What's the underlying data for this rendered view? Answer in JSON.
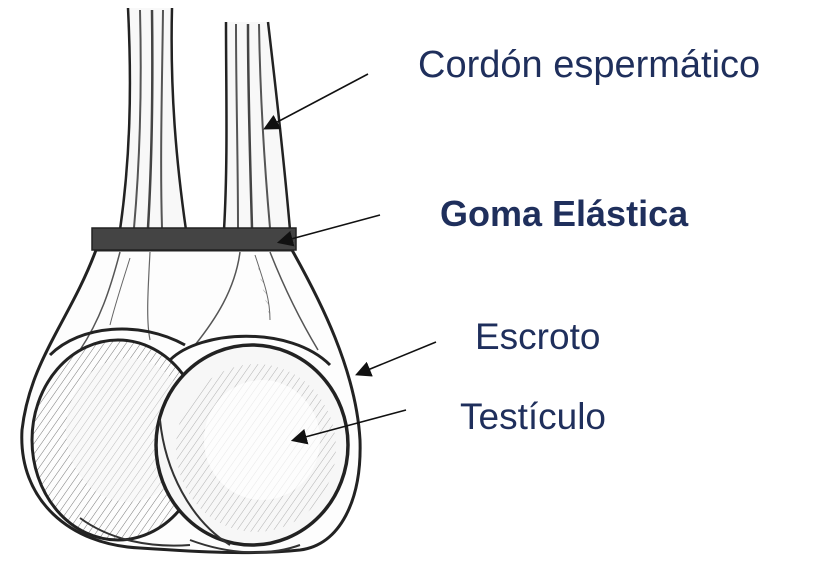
{
  "labels": {
    "spermatic_cord": "Cordón espermático",
    "rubber_band": "Goma Elástica",
    "scrotum": "Escroto",
    "testicle": "Testículo"
  },
  "colors": {
    "label_text": "#1f2f5c",
    "line_art": "#222222",
    "band": "#444444"
  }
}
